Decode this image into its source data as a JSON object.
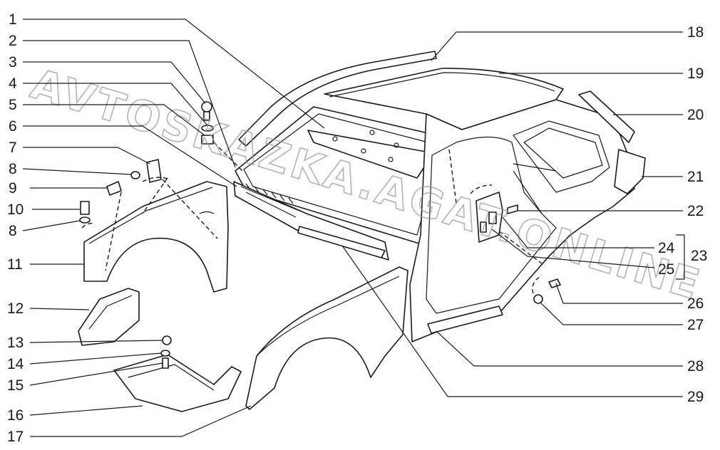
{
  "watermark": "AVTOSKAZKA.AGAT.ONLINE",
  "callouts": [
    {
      "id": "1",
      "text": "1"
    },
    {
      "id": "2",
      "text": "2"
    },
    {
      "id": "3",
      "text": "3"
    },
    {
      "id": "4",
      "text": "4"
    },
    {
      "id": "5",
      "text": "5"
    },
    {
      "id": "6",
      "text": "6"
    },
    {
      "id": "7",
      "text": "7"
    },
    {
      "id": "8a",
      "text": "8"
    },
    {
      "id": "9",
      "text": "9"
    },
    {
      "id": "10",
      "text": "10"
    },
    {
      "id": "8b",
      "text": "8"
    },
    {
      "id": "11",
      "text": "11"
    },
    {
      "id": "12",
      "text": "12"
    },
    {
      "id": "13",
      "text": "13"
    },
    {
      "id": "14",
      "text": "14"
    },
    {
      "id": "15",
      "text": "15"
    },
    {
      "id": "16",
      "text": "16"
    },
    {
      "id": "17",
      "text": "17"
    },
    {
      "id": "18",
      "text": "18"
    },
    {
      "id": "19",
      "text": "19"
    },
    {
      "id": "20",
      "text": "20"
    },
    {
      "id": "21",
      "text": "21"
    },
    {
      "id": "22",
      "text": "22"
    },
    {
      "id": "24",
      "text": "24"
    },
    {
      "id": "23",
      "text": "23"
    },
    {
      "id": "25",
      "text": "25"
    },
    {
      "id": "26",
      "text": "26"
    },
    {
      "id": "27",
      "text": "27"
    },
    {
      "id": "28",
      "text": "28"
    },
    {
      "id": "29",
      "text": "29"
    }
  ]
}
